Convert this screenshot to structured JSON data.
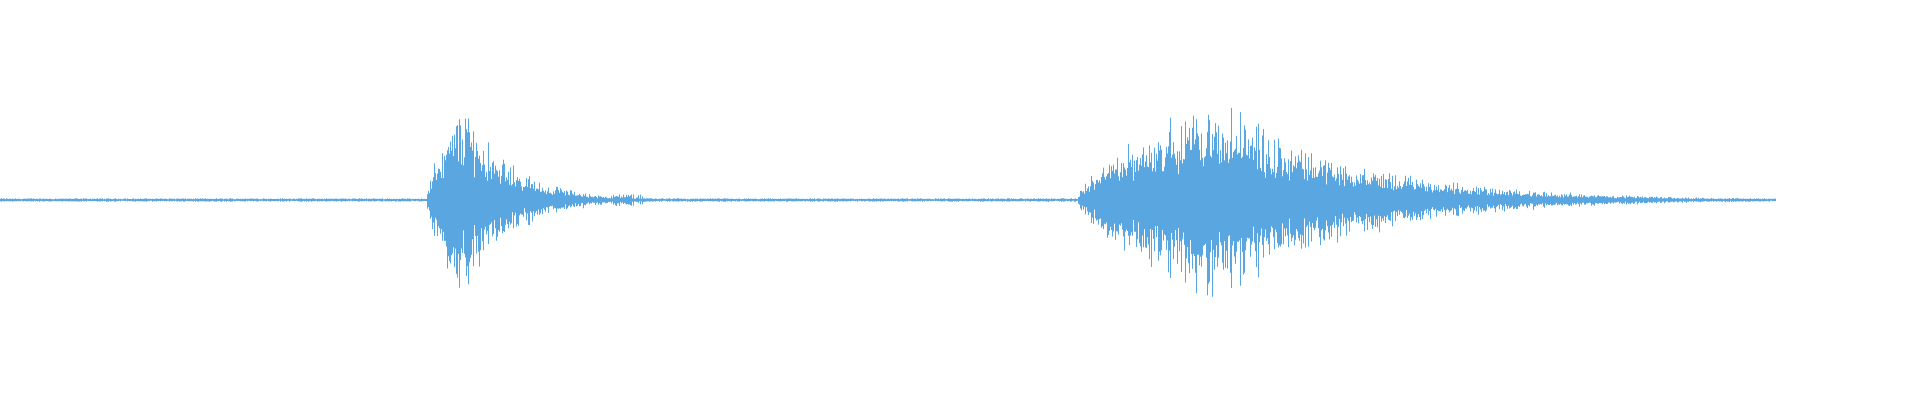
{
  "waveform": {
    "color": "#5aa6e0",
    "background": "#ffffff",
    "bursts": [
      {
        "name": "burst-1",
        "start": 0.222,
        "peak": 0.241,
        "end": 0.345,
        "amplitude": 0.55
      },
      {
        "name": "burst-2",
        "start": 0.561,
        "peak": 0.635,
        "end": 0.921,
        "amplitude": 0.58
      }
    ]
  }
}
